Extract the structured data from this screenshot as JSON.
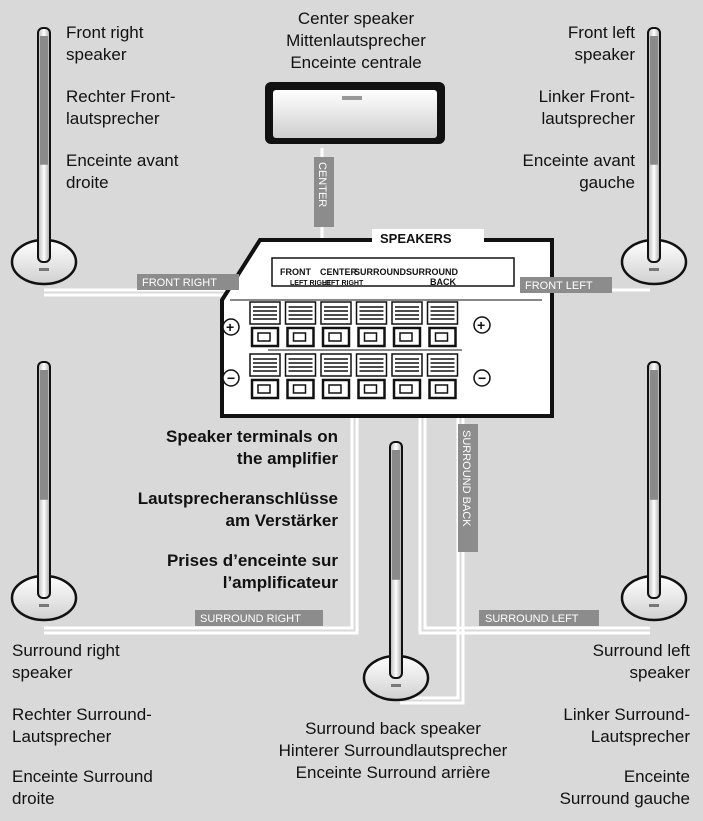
{
  "labels": {
    "center": "Center speaker\nMittenlautsprecher\nEnceinte centrale",
    "front_right_en": "Front right\nspeaker",
    "front_right_de": "Rechter Front-\nlautsprecher",
    "front_right_fr": "Enceinte avant\ndroite",
    "front_left_en": "Front left\nspeaker",
    "front_left_de": "Linker Front-\nlautsprecher",
    "front_left_fr": "Enceinte avant\ngauche",
    "terminals_en": "Speaker terminals on\nthe amplifier",
    "terminals_de": "Lautsprecheranschlüsse\nam Verstärker",
    "terminals_fr": "Prises d’enceinte sur\nl’amplificateur",
    "surround_right_en": "Surround right\nspeaker",
    "surround_right_de": "Rechter Surround-\nLautsprecher",
    "surround_right_fr": "Enceinte Surround\ndroite",
    "surround_left_en": "Surround left\nspeaker",
    "surround_left_de": "Linker Surround-\nLautsprecher",
    "surround_left_fr": "Enceinte\nSurround gauche",
    "surround_back": "Surround back speaker\nHinterer Surroundlautsprecher\nEnceinte Surround arrière"
  },
  "cable_tags": {
    "center": "CENTER",
    "front_right": "FRONT RIGHT",
    "front_left": "FRONT LEFT",
    "surround_back": "SURROUND BACK",
    "surround_right": "SURROUND RIGHT",
    "surround_left": "SURROUND LEFT"
  },
  "panel": {
    "title": "SPEAKERS",
    "col_front": "FRONT",
    "col_center": "CENTER",
    "col_surround1": "SURROUND",
    "col_surround2": "SURROUND",
    "sub_front": "LEFT RIGHT",
    "sub_surround": "LEFT RIGHT",
    "back": "BACK",
    "plus": "+",
    "minus": "−"
  },
  "colors": {
    "background": "#d9d9d9",
    "cable": "#ffffff",
    "tag_fill": "#8c8c8c",
    "panel": "#ffffff"
  }
}
